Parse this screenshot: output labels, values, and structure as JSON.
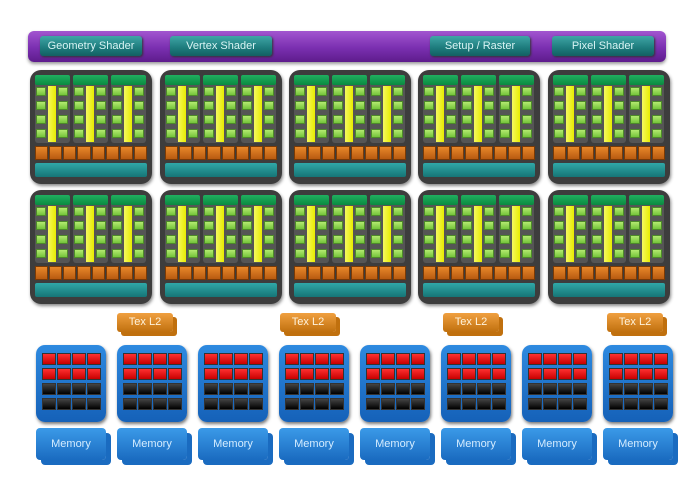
{
  "pipeline": {
    "stages": [
      "Geometry Shader",
      "Vertex Shader",
      "Setup / Raster",
      "Pixel Shader"
    ]
  },
  "clusters": {
    "rows": 2,
    "columns": 5
  },
  "tex_l2": {
    "label": "Tex L2",
    "count": 4
  },
  "memory": {
    "label": "Memory",
    "count": 8
  },
  "colors": {
    "pipeline": "#7a2fb0",
    "stage": "#1d7b7c",
    "sp": "#74c43a",
    "sfu": "#e8ec00",
    "tex": "#e8882a",
    "rop": "#1561b8",
    "rop_red": "#e01010"
  }
}
